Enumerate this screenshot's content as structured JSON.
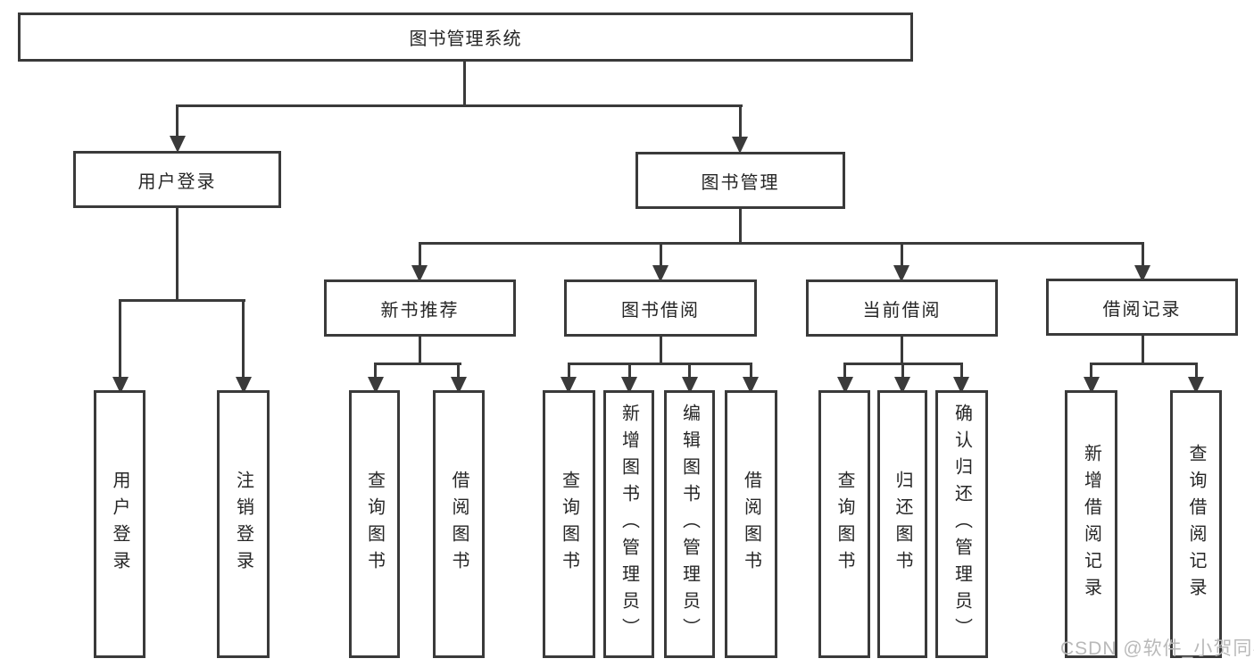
{
  "colors": {
    "line": "#3a3a3a",
    "text": "#262626",
    "watermark": "#b9b9b9",
    "background": "#ffffff"
  },
  "tree": {
    "root": {
      "label": "图书管理系统"
    },
    "user_login": {
      "label": "用户登录",
      "children": [
        "用户登录",
        "注销登录"
      ]
    },
    "book_management": {
      "label": "图书管理",
      "new_book_recommend": {
        "label": "新书推荐",
        "children": [
          "查询图书",
          "借阅图书"
        ]
      },
      "book_borrowing": {
        "label": "图书借阅",
        "children": [
          "查询图书",
          "新增图书（管理员）",
          "编辑图书（管理员）",
          "借阅图书"
        ]
      },
      "current_borrowing": {
        "label": "当前借阅",
        "children": [
          "查询图书",
          "归还图书",
          "确认归还（管理员）"
        ]
      },
      "borrowing_records": {
        "label": "借阅记录",
        "children": [
          "新增借阅记录",
          "查询借阅记录"
        ]
      }
    }
  },
  "watermark": {
    "text": "CSDN @软件_小贺同学"
  }
}
